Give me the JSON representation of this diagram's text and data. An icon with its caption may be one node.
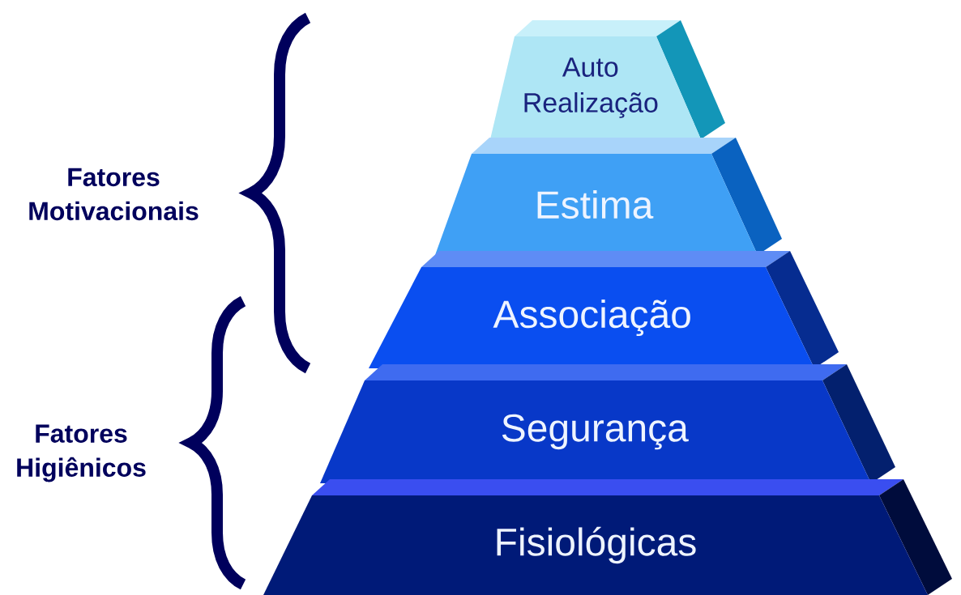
{
  "diagram": {
    "nodes": [
      {
        "text": [
          "Auto Realização"
        ]
      },
      {
        "text": [
          "Estima"
        ]
      },
      {
        "text": [
          "Associação"
        ]
      },
      {
        "text": [
          "Segurança"
        ]
      },
      {
        "text": [
          "Fisiológicas"
        ]
      }
    ],
    "labels": [
      "Fatores Motivacionais",
      "Fatores Higiênicos"
    ]
  }
}
